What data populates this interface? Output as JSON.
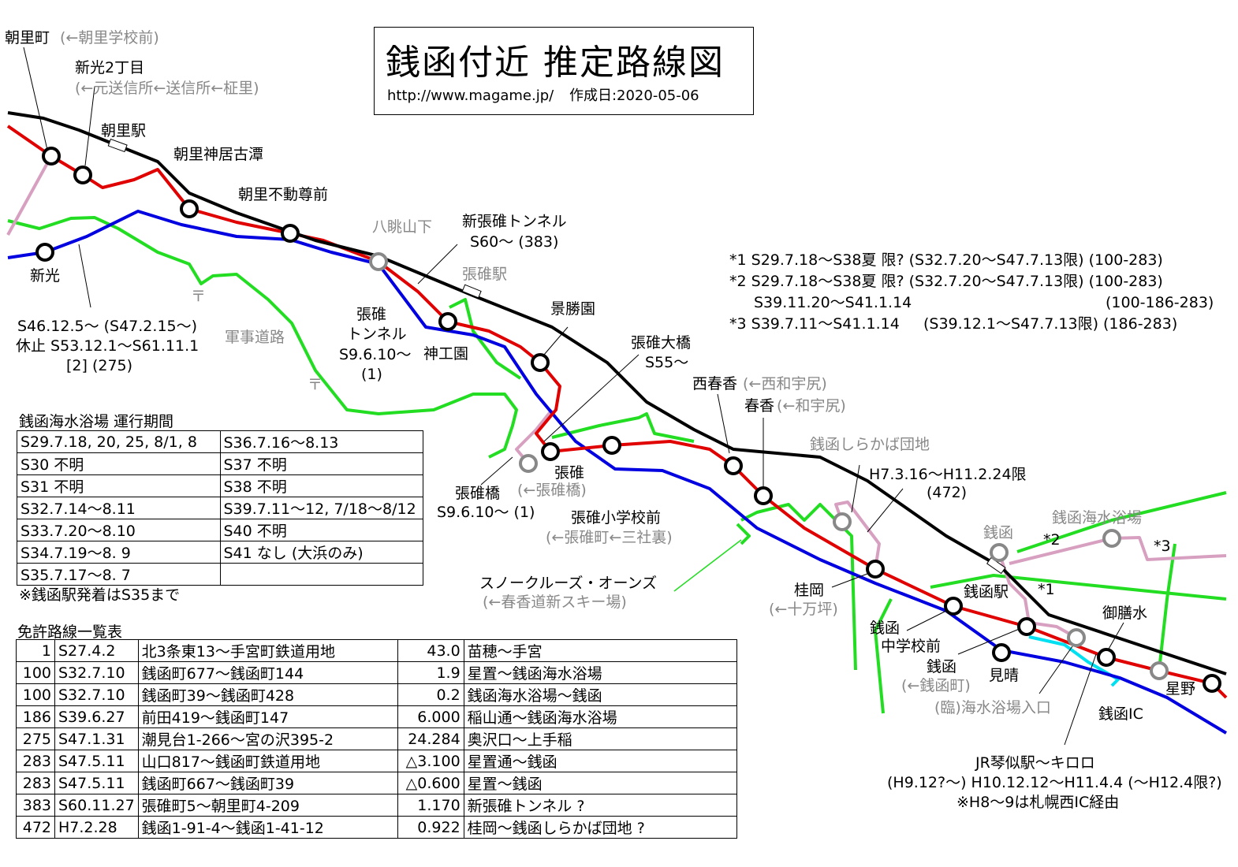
{
  "title": {
    "main": "銭函付近 推定路線図",
    "url": "http://www.magame.jp/",
    "created": "作成日:2020-05-06"
  },
  "colors": {
    "jr": "#000000",
    "red_route": "#e00000",
    "blue_route": "#0000e0",
    "green_road": "#22dd22",
    "pink_route": "#d8a0c0",
    "cyan_route": "#00e0f0"
  },
  "labels": {
    "asarimachi": "朝里町",
    "asarimachi_old": "(←朝里学校前)",
    "shinko2": "新光2丁目",
    "shinko2_old": "(←元送信所←送信所←柾里)",
    "asari_sta": "朝里駅",
    "asari_kamui": "朝里神居古潭",
    "asari_fudo": "朝里不動尊前",
    "hachoyama": "八眺山下",
    "shin_harusu_tunnel": "新張碓トンネル",
    "shin_harusu_tunnel_date": "S60～ (383)",
    "harusu_sta": "張碓駅",
    "shinko": "新光",
    "note_shinko_1": "S46.12.5～ (S47.2.15～)",
    "note_shinko_2": "休止 S53.12.1～S61.11.1",
    "note_shinko_3": "[2] (275)",
    "gunji_doro": "軍事道路",
    "harusu_tunnel_1": "張碓",
    "harusu_tunnel_2": "トンネル",
    "harusu_tunnel_date": "S9.6.10～",
    "harusu_tunnel_num": "(1)",
    "shinkoen": "神工園",
    "keishoen": "景勝園",
    "harusu_ohashi": "張碓大橋",
    "harusu_ohashi_date": "S55～",
    "harusu_bashi": "張碓橋",
    "harusu_bashi_date": "S9.6.10～ (1)",
    "harusu": "張碓",
    "harusu_old": "(←張碓橋)",
    "harusu_school": "張碓小学校前",
    "harusu_school_old": "(←張碓町←三社裏)",
    "nishi_haruka": "西春香",
    "nishi_haruka_old": "(←西和宇尻)",
    "haruka": "春香",
    "haruka_old": "(←和宇尻)",
    "snow_cruise": "スノークルーズ・オーンズ",
    "snow_cruise_old": "(←春香道新スキー場)",
    "shirakaba": "銭函しらかば団地",
    "shirakaba_date": "H7.3.16～H11.2.24限",
    "shirakaba_num": "(472)",
    "katsuraoka": "桂岡",
    "katsuraoka_old": "(←十万坪)",
    "zenibako": "銭函",
    "zenibako_beach": "銭函海水浴場",
    "star2": "*2",
    "star3": "*3",
    "star1": "*1",
    "zenibako_sta": "銭函駅",
    "zenibako_jhs_1": "銭函",
    "zenibako_jhs_2": "中学校前",
    "zenibako2": "銭函",
    "zenibako2_old": "(←銭函町)",
    "miharashi": "見晴",
    "beach_entrance": "(臨)海水浴場入口",
    "gozensui": "御膳水",
    "hoshino": "星野",
    "zenibako_ic": "銭函IC",
    "kotoni_1": "JR琴似駅～キロロ",
    "kotoni_2": "(H9.12?～) H10.12.12～H11.4.4 (～H12.4限?)",
    "kotoni_3": "※H8～9は札幌西IC経由",
    "post_mark": "〒"
  },
  "notes": [
    "*1 S29.7.18～S38夏 限? (S32.7.20～S47.7.13限) (100-283)",
    "*2 S29.7.18～S38夏 限? (S32.7.20～S47.7.13限) (100-283)",
    "S39.11.20～S41.1.14",
    "(100-186-283)",
    "*3 S39.7.11～S41.1.14     (S39.12.1～S47.7.13限) (186-283)"
  ],
  "beach_table": {
    "caption": "銭函海水浴場 運行期間",
    "rows": [
      [
        "S29.7.18, 20, 25, 8/1, 8",
        "S36.7.16～8.13"
      ],
      [
        "S30 不明",
        "S37 不明"
      ],
      [
        "S31 不明",
        "S38 不明"
      ],
      [
        "S32.7.14～8.11",
        "S39.7.11～12, 7/18～8/12"
      ],
      [
        "S33.7.20～8.10",
        "S40 不明"
      ],
      [
        "S34.7.19～8. 9",
        "S41 なし (大浜のみ)"
      ],
      [
        "S35.7.17～8. 7",
        ""
      ]
    ],
    "footnote": "※銭函駅発着はS35まで"
  },
  "license_table": {
    "caption": "免許路線一覧表",
    "rows": [
      [
        "1",
        "S27.4.2",
        "北3条東13～手宮町鉄道用地",
        "43.0",
        "苗穂～手宮"
      ],
      [
        "100",
        "S32.7.10",
        "銭函町677～銭函町144",
        "1.9",
        "星置～銭函海水浴場"
      ],
      [
        "100",
        "S32.7.10",
        "銭函町39～銭函町428",
        "0.2",
        "銭函海水浴場～銭函"
      ],
      [
        "186",
        "S39.6.27",
        "前田419～銭函町147",
        "6.000",
        "稲山通～銭函海水浴場"
      ],
      [
        "275",
        "S47.1.31",
        "潮見台1-266～宮の沢395-2",
        "24.284",
        "奥沢口～上手稲"
      ],
      [
        "283",
        "S47.5.11",
        "山口817～銭函町鉄道用地",
        "△3.100",
        "星置通～銭函"
      ],
      [
        "283",
        "S47.5.11",
        "銭函町667～銭函町39",
        "△0.600",
        "星置～銭函"
      ],
      [
        "383",
        "S60.11.27",
        "張碓町5～朝里町4-209",
        "1.170",
        "新張碓トンネル ?"
      ],
      [
        "472",
        "H7.2.28",
        "銭函1-91-4～銭函1-41-12",
        "0.922",
        "桂岡～銭函しらかば団地 ?"
      ]
    ]
  }
}
